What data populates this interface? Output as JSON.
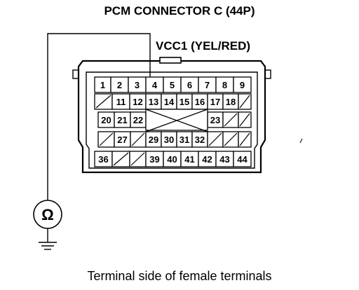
{
  "title": "PCM CONNECTOR C (44P)",
  "signal_label": "VCC1 (YEL/RED)",
  "caption": "Terminal side of female terminals",
  "meter_symbol": "Ω",
  "meter_icon": "ohmmeter-icon",
  "ground_icon": "ground-icon",
  "probe_pin": "4",
  "connector": {
    "rows": [
      [
        "1",
        "2",
        "3",
        "4",
        "5",
        "6",
        "7",
        "8",
        "9"
      ],
      [
        "",
        "11",
        "12",
        "13",
        "14",
        "15",
        "16",
        "17",
        "18",
        ""
      ],
      [
        "20",
        "21",
        "22",
        "",
        "",
        "",
        "",
        "23",
        "",
        ""
      ],
      [
        "",
        "27",
        "",
        "29",
        "30",
        "31",
        "32",
        "",
        "",
        ""
      ],
      [
        "36",
        "",
        "",
        "39",
        "40",
        "41",
        "42",
        "43",
        "44"
      ]
    ]
  }
}
